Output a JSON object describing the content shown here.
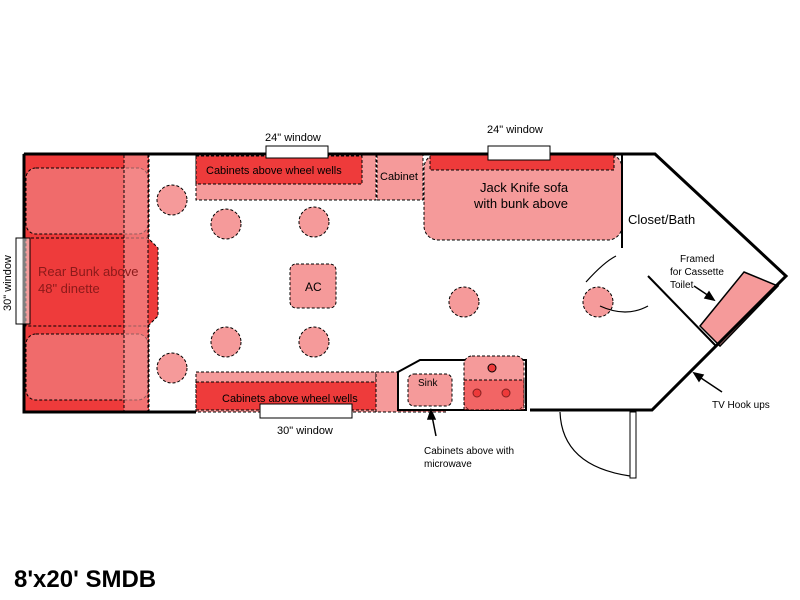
{
  "colors": {
    "dark_red": "#ee3b3b",
    "light_red": "#f59a9a",
    "medium_red": "#f06b6b",
    "outline": "#000000"
  },
  "labels": {
    "window_top_left": "24\" window",
    "window_top_right": "24\" window",
    "window_bottom": "30\" window",
    "window_rear": "30\" window",
    "cabinets_top": "Cabinets above wheel wells",
    "cabinets_bottom": "Cabinets above wheel wells",
    "cabinet": "Cabinet",
    "sofa_line1": "Jack Knife sofa",
    "sofa_line2": "with bunk above",
    "closet_bath": "Closet/Bath",
    "rear_bunk_line1": "Rear Bunk above",
    "rear_bunk_line2": "48\" dinette",
    "ac": "AC",
    "sink": "Sink",
    "framed_line1": "Framed",
    "framed_line2": "for Cassette",
    "framed_line3": "Toilet",
    "tv_hookups": "TV  Hook ups",
    "microwave_line1": "Cabinets above with",
    "microwave_line2": "microwave"
  },
  "model_title": "8'x20' SMDB"
}
